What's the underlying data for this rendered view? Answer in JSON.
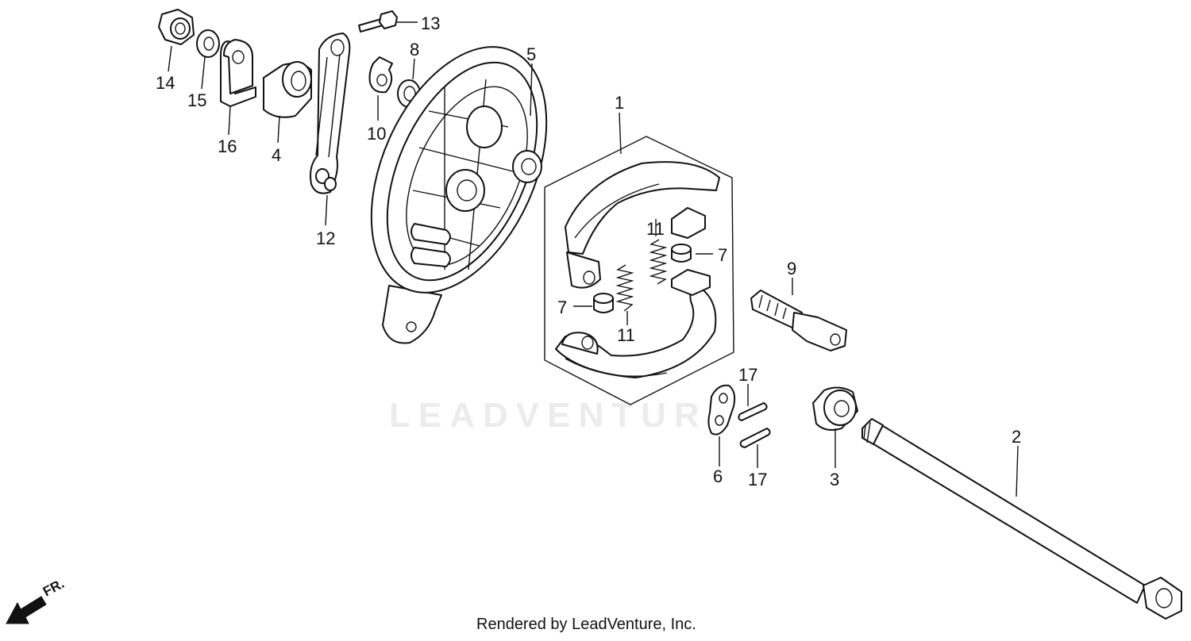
{
  "watermark": "LEADVENTURE",
  "footer_text": "Rendered by LeadVenture, Inc.",
  "direction_label": "FR.",
  "callouts": {
    "c1": "1",
    "c2": "2",
    "c3": "3",
    "c4": "4",
    "c5": "5",
    "c6": "6",
    "c7a": "7",
    "c7b": "7",
    "c8": "8",
    "c9": "9",
    "c10": "10",
    "c11a": "11",
    "c11b": "11",
    "c12": "12",
    "c13": "13",
    "c14": "14",
    "c15": "15",
    "c16": "16",
    "c17a": "17",
    "c17b": "17"
  }
}
